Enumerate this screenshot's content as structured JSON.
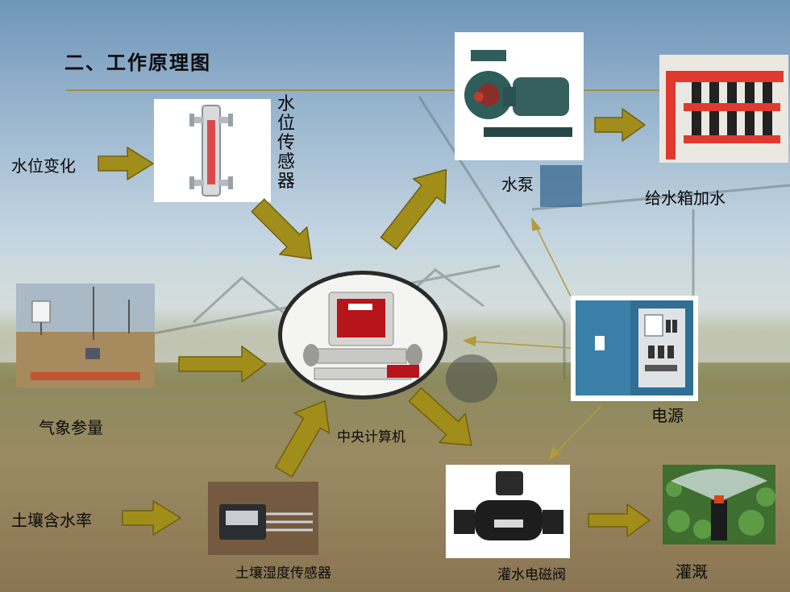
{
  "title": "二、工作原理图",
  "labels": {
    "water_level_change": "水位变化",
    "water_level_sensor": "水位传感器",
    "pump": "水泵",
    "tank_fill": "给水箱加水",
    "weather": "气象参量",
    "central_computer": "中央计算机",
    "power": "电源",
    "soil_moisture": "土壤含水率",
    "soil_sensor": "土壤湿度传感器",
    "solenoid_valve": "灌水电磁阀",
    "irrigation": "灌溉"
  },
  "colors": {
    "arrow": "#a08d1a",
    "title_line": "#a48f3e",
    "power_line": "#b39a3a"
  }
}
